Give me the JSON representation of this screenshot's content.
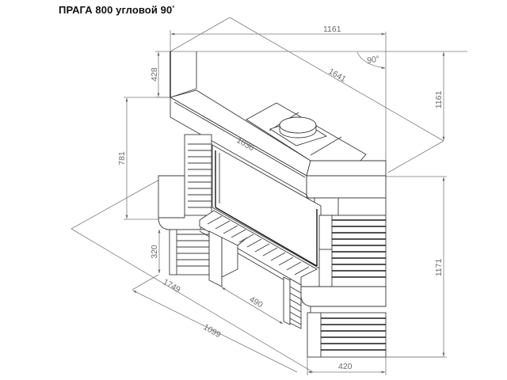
{
  "title": {
    "text": "ПРАГА 800 угловой 90",
    "degree": "°"
  },
  "drawing": {
    "type": "corner fireplace technical drawing (isometric)",
    "line_color": "#3a3a3a",
    "dimension_color": "#7a7a7a"
  },
  "dimensions": {
    "top_width": "1161",
    "right_depth": "1161",
    "diagonal": "1641",
    "angle": "90°",
    "hood_height": "428",
    "firebox_height": "781",
    "hood_length": "1036",
    "base_height": "320",
    "total_height": "1171",
    "left_length": "1749",
    "base_length": "1099",
    "opening_width": "490",
    "side_width": "420"
  }
}
